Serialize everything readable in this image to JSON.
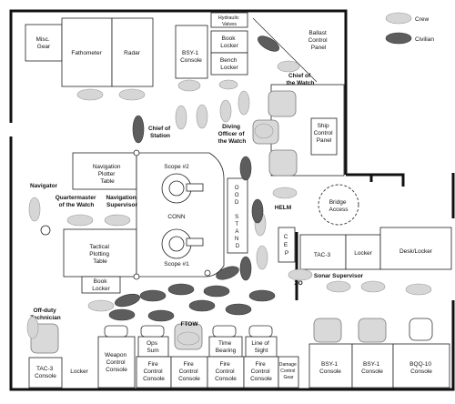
{
  "legend": {
    "crew": "Crew",
    "civilian": "Civilian"
  },
  "equipment": {
    "misc_gear": [
      "Misc.",
      "Gear"
    ],
    "fathometer": "Fathometer",
    "radar": "Radar",
    "hydraulic_valves": [
      "Hydraulic",
      "Valves"
    ],
    "bsy1_top": [
      "BSY-1",
      "Console"
    ],
    "book_locker_top": [
      "Book",
      "Locker"
    ],
    "bench_locker": [
      "Bench",
      "Locker"
    ],
    "ballast_panel": [
      "Ballast",
      "Control",
      "Panel"
    ],
    "ship_control_panel": [
      "Ship",
      "Control",
      "Panel"
    ],
    "nav_plotter": [
      "Navigation",
      "Plotter",
      "Table"
    ],
    "tactical_plotting": [
      "Tactical",
      "Plotting",
      "Table"
    ],
    "book_locker_left": [
      "Book",
      "Locker"
    ],
    "scope2": "Scope #2",
    "scope1": "Scope #1",
    "conn": "CONN",
    "ood_stand": [
      "O",
      "O",
      "D",
      "",
      "S",
      "T",
      "A",
      "N",
      "D"
    ],
    "cep": [
      "C",
      "E",
      "P"
    ],
    "bridge_access": [
      "Bridge",
      "Access"
    ],
    "tac3_right": "TAC-3",
    "locker_right": "Locker",
    "desk_locker": "Desk/Locker",
    "bsy1_a": [
      "BSY-1",
      "Console"
    ],
    "bsy1_b": [
      "BSY-1",
      "Console"
    ],
    "bqq10": [
      "BQQ-10",
      "Console"
    ],
    "tac3_bottom": [
      "TAC-3",
      "Console"
    ],
    "locker_bottom": "Locker",
    "weapon_control": [
      "Weapon",
      "Control",
      "Console"
    ],
    "ops_sum": [
      "Ops",
      "Sum"
    ],
    "time_bearing": [
      "Time",
      "Bearing"
    ],
    "line_of_sight": [
      "Line of",
      "Sight"
    ],
    "fire_control_1": [
      "Fire",
      "Control",
      "Console"
    ],
    "fire_control_2": [
      "Fire",
      "Control",
      "Console"
    ],
    "fire_control_3": [
      "Fire",
      "Control",
      "Console"
    ],
    "fire_control_4": [
      "Fire",
      "Control",
      "Console"
    ],
    "damage_control": [
      "Damage",
      "Control",
      "Gear"
    ]
  },
  "roles": {
    "chief_of_watch": [
      "Chief of",
      "the Watch"
    ],
    "chief_of_station": [
      "Chief of",
      "Station"
    ],
    "diving_officer": [
      "Diving",
      "Officer of",
      "the Watch"
    ],
    "navigator": "Navigator",
    "quartermaster": [
      "Quartermaster",
      "of the Watch"
    ],
    "nav_supervisor": [
      "Navigation",
      "Supervisor"
    ],
    "helm": "HELM",
    "sonar_supervisor": "Sonar Supervisor",
    "xo": "XO",
    "ftow": "FTOW",
    "offduty_tech": [
      "Off-duty",
      "Technician"
    ]
  },
  "colors": {
    "crew": "#d6d6d6",
    "civilian": "#5d5d5d",
    "wall": "#111111"
  }
}
